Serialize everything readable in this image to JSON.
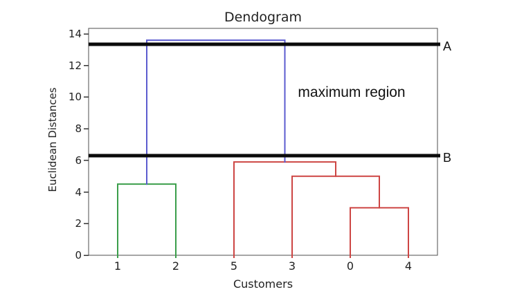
{
  "chart_data": {
    "type": "dendrogram",
    "title": "Dendogram",
    "xlabel": "Customers",
    "ylabel": "Euclidean Distances",
    "x_tick_labels": [
      "1",
      "2",
      "5",
      "3",
      "0",
      "4"
    ],
    "leaf_positions": [
      5,
      15,
      25,
      35,
      45,
      55
    ],
    "y_ticks": [
      0,
      2,
      4,
      6,
      8,
      10,
      12,
      14
    ],
    "xlim": [
      0,
      60
    ],
    "ylim": [
      0,
      14.35
    ],
    "grid": false,
    "legend": null,
    "annotation": "maximum region",
    "links": [
      {
        "name": "link-leaves-1-2",
        "color_key": "green",
        "x1": 5,
        "x2": 15,
        "base1": 0,
        "base2": 0,
        "height": 4.5
      },
      {
        "name": "link-leaves-0-4",
        "color_key": "red",
        "x1": 45,
        "x2": 55,
        "base1": 0,
        "base2": 0,
        "height": 3.0
      },
      {
        "name": "link-leaf3-cluster04",
        "color_key": "red",
        "x1": 35,
        "x2": 50,
        "base1": 0,
        "base2": 3.0,
        "height": 5.0
      },
      {
        "name": "link-leaf5-cluster304",
        "color_key": "red",
        "x1": 25,
        "x2": 42.5,
        "base1": 0,
        "base2": 5.0,
        "height": 5.9
      },
      {
        "name": "link-root",
        "color_key": "blue",
        "x1": 10,
        "x2": 33.75,
        "base1": 4.5,
        "base2": 5.9,
        "height": 13.6
      }
    ],
    "threshold_lines": [
      {
        "label": "A",
        "value": 13.35
      },
      {
        "label": "B",
        "value": 6.3
      }
    ],
    "colors": {
      "green": "#3a9e4a",
      "red": "#cd4543",
      "blue": "#5b5bcf",
      "threshold": "#0b0b0b",
      "spine": "#4d4d4d",
      "tick": "#333333"
    }
  }
}
